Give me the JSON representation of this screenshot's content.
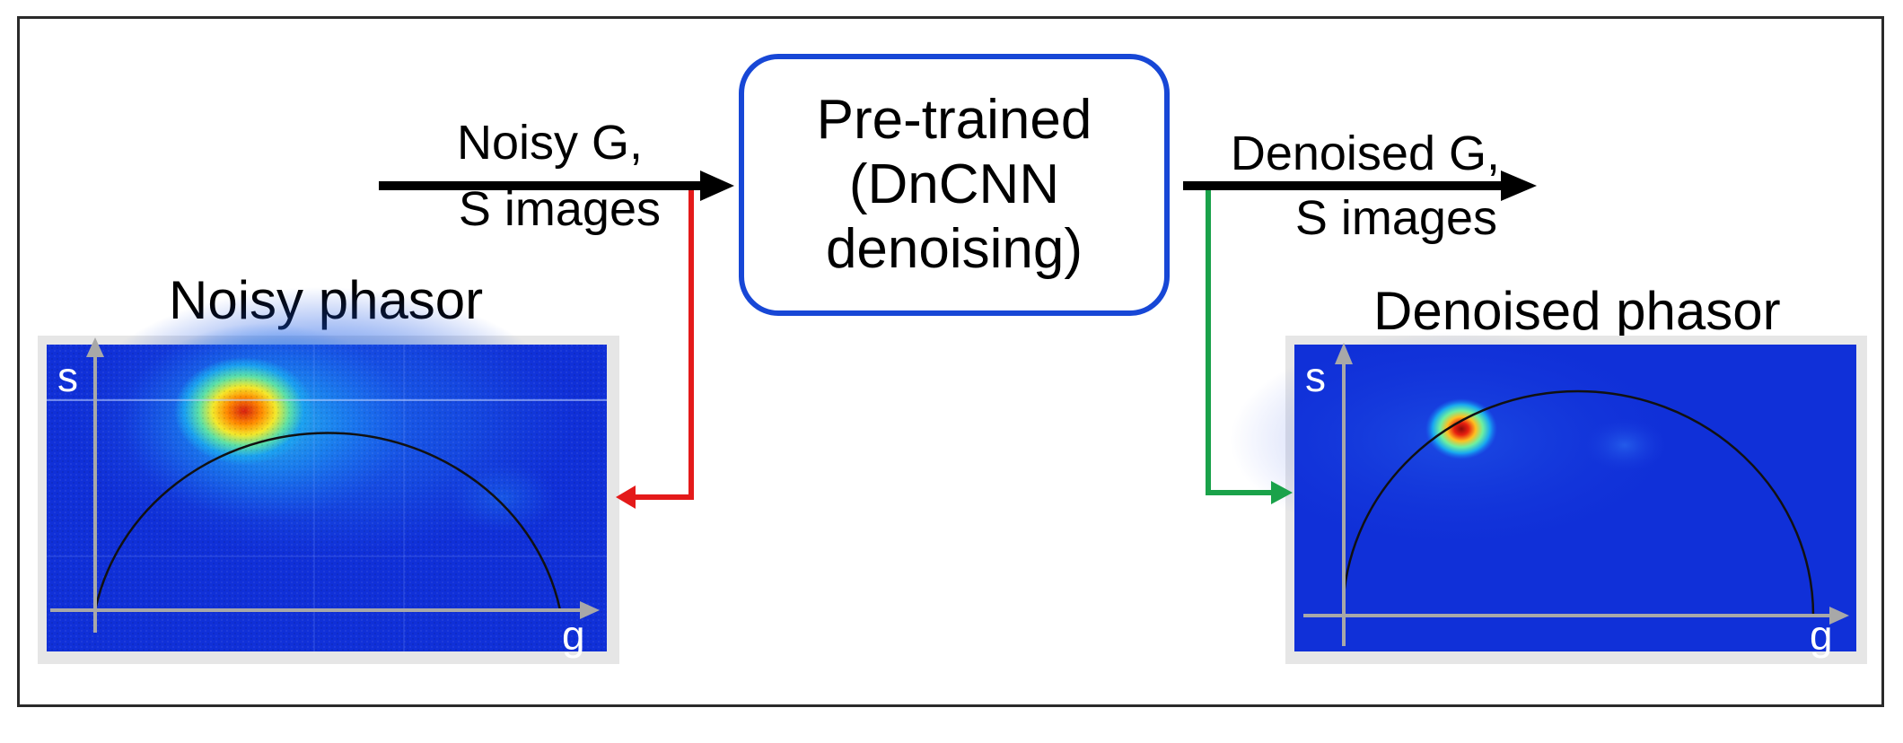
{
  "input": {
    "line1": "Noisy G,",
    "line2": "S images"
  },
  "model": {
    "line1": "Pre-trained",
    "line2": "(DnCNN",
    "line3": "denoising)"
  },
  "output": {
    "line1": "Denoised G,",
    "line2": "S images"
  },
  "noisy_plot": {
    "title": "Noisy phasor",
    "y_axis": "s",
    "x_axis": "g"
  },
  "denoised_plot": {
    "title": "Denoised phasor",
    "y_axis": "s",
    "x_axis": "g"
  },
  "colors": {
    "model_border": "#1747d6",
    "red_arrow": "#e41a1a",
    "green_arrow": "#1aa24a",
    "plot_bg": "#0a2bd6"
  }
}
